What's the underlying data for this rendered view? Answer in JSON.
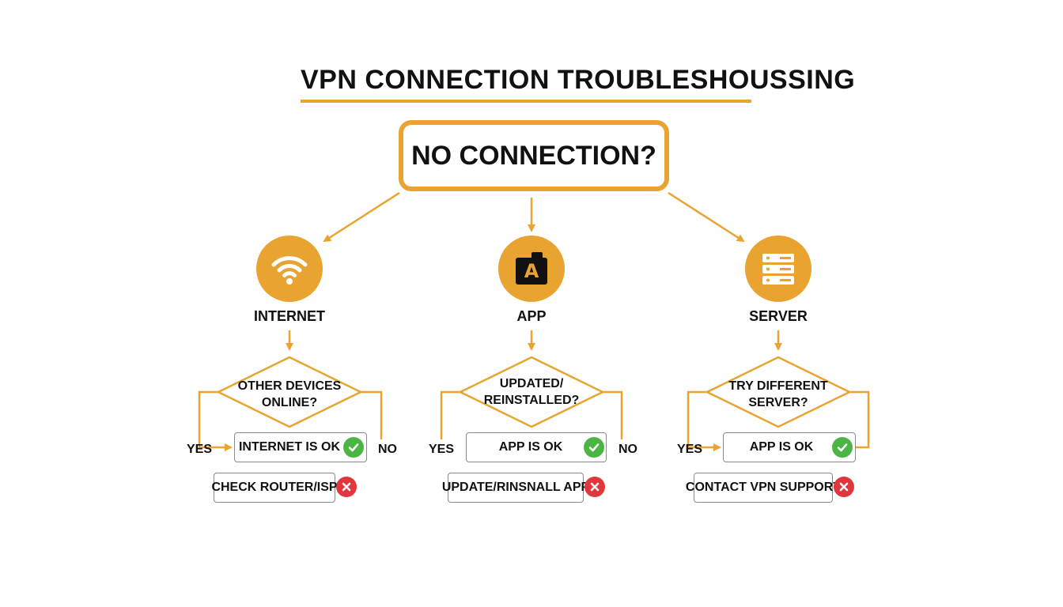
{
  "colors": {
    "accent": "#E8A331",
    "ok": "#4BB543",
    "bad": "#E0373C"
  },
  "title": "VPN CONNECTION TROUBLESHOUSSING",
  "root": "NO CONNECTION?",
  "branches": [
    {
      "icon": "wifi-icon",
      "label": "INTERNET",
      "question": "OTHER DEVICES ONLINE?",
      "yes": "YES",
      "no": "NO",
      "ok": "INTERNET IS OK",
      "action": "CHECK ROUTER/ISP"
    },
    {
      "icon": "app-icon",
      "icon_glyph": "A",
      "label": "APP",
      "question": "UPDATED/ REINSTALLED?",
      "yes": "YES",
      "no": "NO",
      "ok": "APP IS OK",
      "action": "UPDATE/RINSNALL APP"
    },
    {
      "icon": "server-icon",
      "label": "SERVER",
      "question": "TRY DIFFERENT SERVER?",
      "yes": "YES",
      "ok": "APP IS OK",
      "action": "CONTACT VPN SUPPORT"
    }
  ]
}
